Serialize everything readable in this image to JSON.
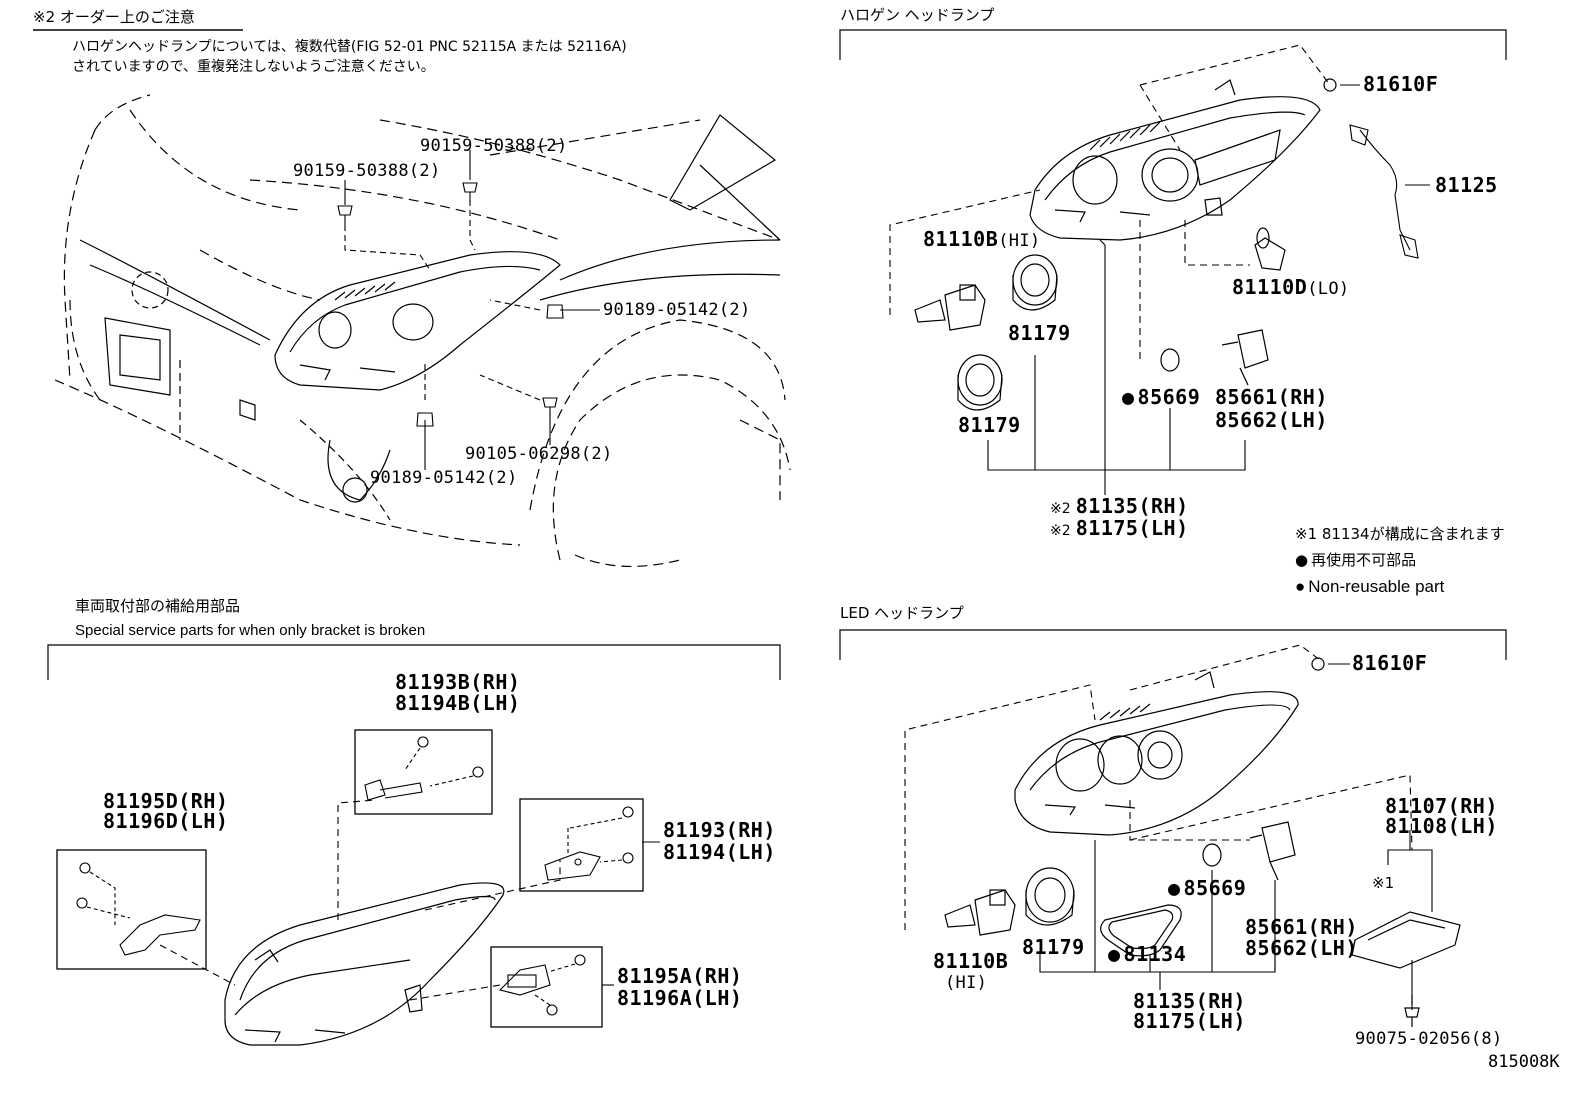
{
  "note_title": "※2 オーダー上のご注意",
  "note_line1": "ハロゲンヘッドランプについては、複数代替(FIG 52-01 PNC 52115A または 52116A)",
  "note_line2": "されていますので、重複発注しないようご注意ください。",
  "halogen_title": "ハロゲン ヘッドランプ",
  "led_title": "LED ヘッドランプ",
  "bracket_title_jp": "車両取付部の補給用部品",
  "bracket_title_en": "Special service parts for when only bracket is broken",
  "legend": {
    "note1": "※1 81134が構成に含まれます",
    "nonreuse_jp": "再使用不可部品",
    "nonreuse_en": "Non-reusable part"
  },
  "vehicle_parts": {
    "p1": "90159-50388(2)",
    "p2": "90159-50388(2)",
    "p3": "90189-05142(2)",
    "p4": "90105-06298(2)",
    "p5": "90189-05142(2)"
  },
  "halogen_parts": {
    "bulb_socket": "81610F",
    "harness": "81125",
    "hi_bulb": "81110B",
    "hi_tag": "(HI)",
    "lo_bulb": "81110D",
    "lo_tag": "(LO)",
    "cap_a": "81179",
    "cap_b": "81179",
    "gasket": "85669",
    "motor_rh": "85661(RH)",
    "motor_lh": "85662(LH)",
    "assy_rh": "81135(RH)",
    "assy_lh": "81175(LH)",
    "mark2": "※2"
  },
  "led_parts": {
    "bulb_socket": "81610F",
    "computer_rh": "81107(RH)",
    "computer_lh": "81108(LH)",
    "mark1": "※1",
    "screw": "90075-02056(8)",
    "hi_bulb": "81110B",
    "hi_tag": "(HI)",
    "cap": "81179",
    "gasket": "85669",
    "seal": "81134",
    "motor_rh": "85661(RH)",
    "motor_lh": "85662(LH)",
    "assy_rh": "81135(RH)",
    "assy_lh": "81175(LH)"
  },
  "bracket_parts": {
    "b1_rh": "81193B(RH)",
    "b1_lh": "81194B(LH)",
    "b2_rh": "81193(RH)",
    "b2_lh": "81194(LH)",
    "b3_rh": "81195D(RH)",
    "b3_lh": "81196D(LH)",
    "b4_rh": "81195A(RH)",
    "b4_lh": "81196A(LH)"
  },
  "figure_code": "815008K"
}
